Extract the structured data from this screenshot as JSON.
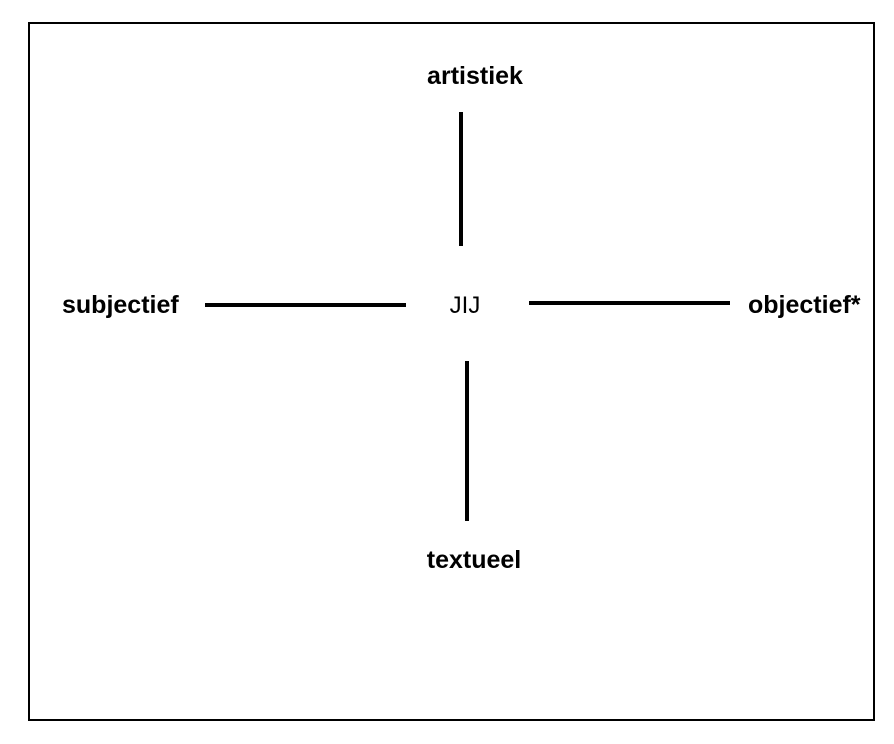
{
  "diagram": {
    "center": {
      "label": "JIJ"
    },
    "axes": {
      "top": {
        "label": "artistiek"
      },
      "left": {
        "label": "subjectief"
      },
      "right": {
        "label": "objectief*"
      },
      "bottom": {
        "label": "textueel"
      }
    },
    "colors": {
      "line": "#000000",
      "text": "#000000",
      "background": "#ffffff",
      "frame_border": "#000000"
    }
  }
}
